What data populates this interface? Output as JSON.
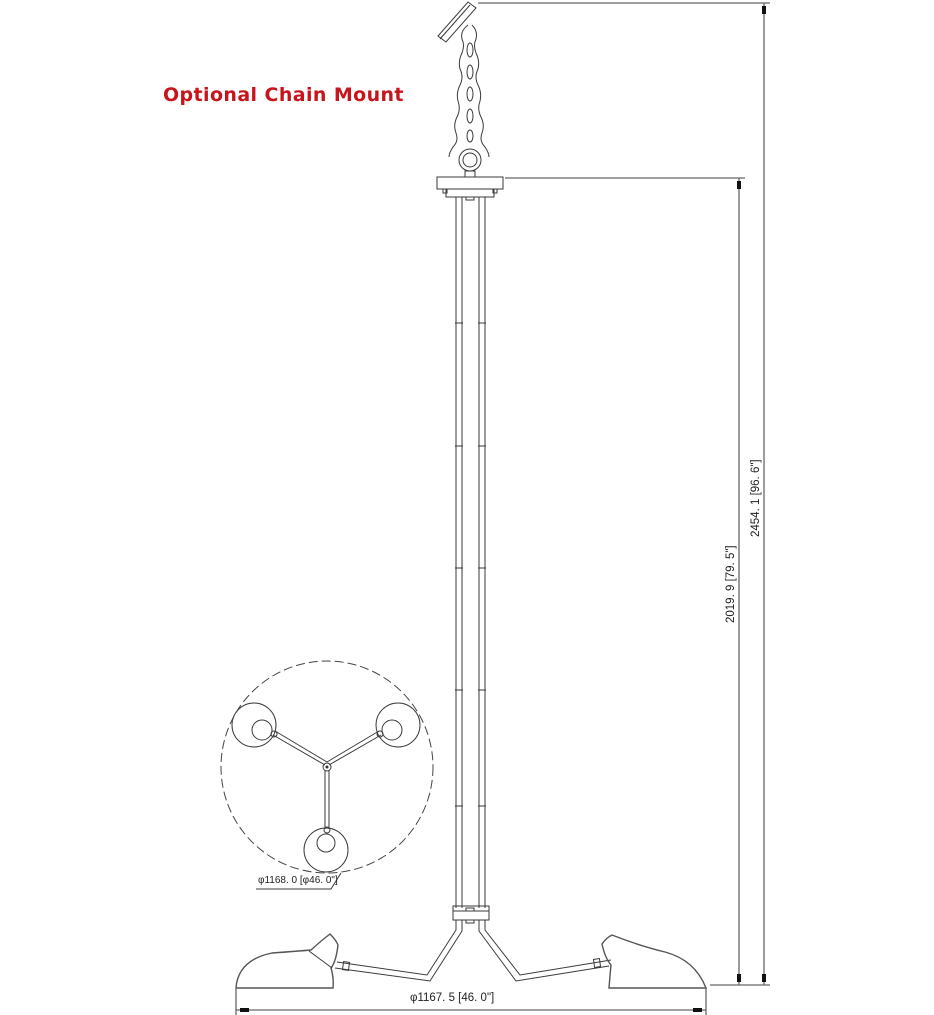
{
  "drawing": {
    "title": "Optional Chain Mount",
    "title_color": "#c8141c",
    "line_color": "#3a3a3a",
    "dimensions": {
      "overall_height": "2454. 1  [96. 6\"]",
      "body_height": "2019. 9  [79. 5\"]",
      "diameter": "φ1167. 5  [46. 0\"]",
      "plan_diameter": "φ1168. 0  [φ46. 0\"]"
    },
    "views": {
      "elevation": "side-elevation",
      "plan": "top-plan-view",
      "arm_count": 3
    }
  }
}
